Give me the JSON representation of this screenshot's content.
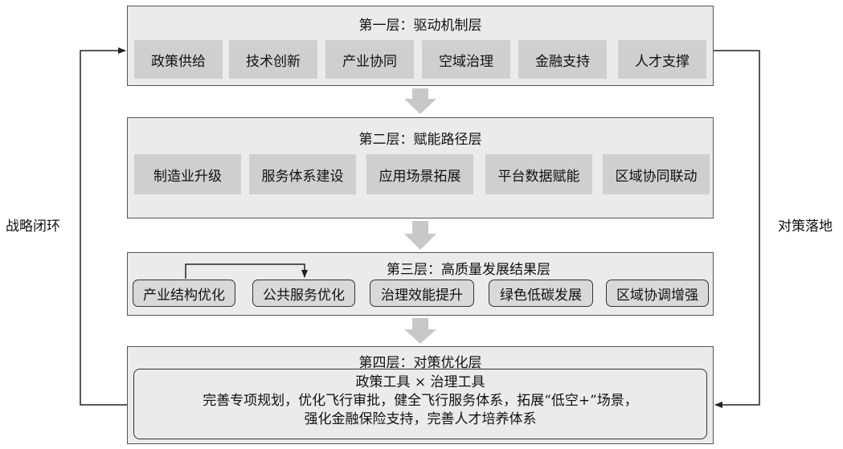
{
  "side_labels": {
    "left": "战略闭环",
    "right": "对策落地"
  },
  "layers": [
    {
      "title": "第一层：驱动机制层",
      "items": [
        "政策供给",
        "技术创新",
        "产业协同",
        "空域治理",
        "金融支持",
        "人才支撑"
      ]
    },
    {
      "title": "第二层：赋能路径层",
      "items": [
        "制造业升级",
        "服务体系建设",
        "应用场景拓展",
        "平台数据赋能",
        "区域协同联动"
      ]
    },
    {
      "title": "第三层：高质量发展结果层",
      "items": [
        "产业结构优化",
        "公共服务优化",
        "治理效能提升",
        "绿色低碳发展",
        "区域协调增强"
      ]
    },
    {
      "title": "第四层：对策优化层",
      "lines": [
        "政策工具 × 治理工具",
        "完善专项规划，优化飞行审批，健全飞行服务体系，拓展“低空+”场景，",
        "强化金融保险支持，完善人才培养体系"
      ]
    }
  ],
  "colors": {
    "layer_fill": "#ebebeb",
    "box_fill": "#cfcfcf",
    "arrow_fill": "#c8c8c8",
    "line": "#222222"
  }
}
